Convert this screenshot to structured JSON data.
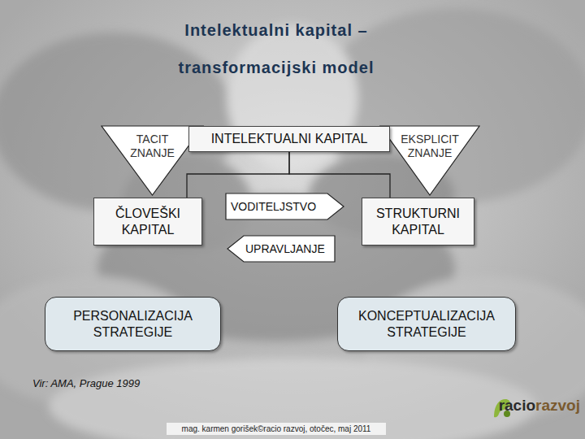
{
  "diagram": {
    "title": "Intelektualni kapital – transformacijski model",
    "nodes": [
      {
        "text": [
          "TACIT ZNANJE"
        ]
      },
      {
        "text": [
          "INTELEKTUALNI KAPITAL"
        ]
      },
      {
        "text": [
          "EKSPLICIT ZNANJE"
        ]
      },
      {
        "text": [
          "ČLOVEŠKI KAPITAL"
        ]
      },
      {
        "text": [
          "VODITELJSTVO"
        ]
      },
      {
        "text": [
          "STRUKTURNI KAPITAL"
        ]
      },
      {
        "text": [
          "UPRAVLJANJE"
        ]
      },
      {
        "text": [
          "PERSONALIZACIJA STRATEGIJE"
        ]
      },
      {
        "text": [
          "KONCEPTUALIZACIJA STRATEGIJE"
        ]
      }
    ],
    "edges": [
      {
        "from": 1,
        "to": 3,
        "arrow": "none"
      },
      {
        "from": 1,
        "to": 5,
        "arrow": "none"
      }
    ],
    "labels": [
      "Vir: AMA, Prague 1999",
      "mag. karmen gorišek©racio razvoj, otočec, maj 2011",
      "racio",
      "razvoj"
    ]
  }
}
